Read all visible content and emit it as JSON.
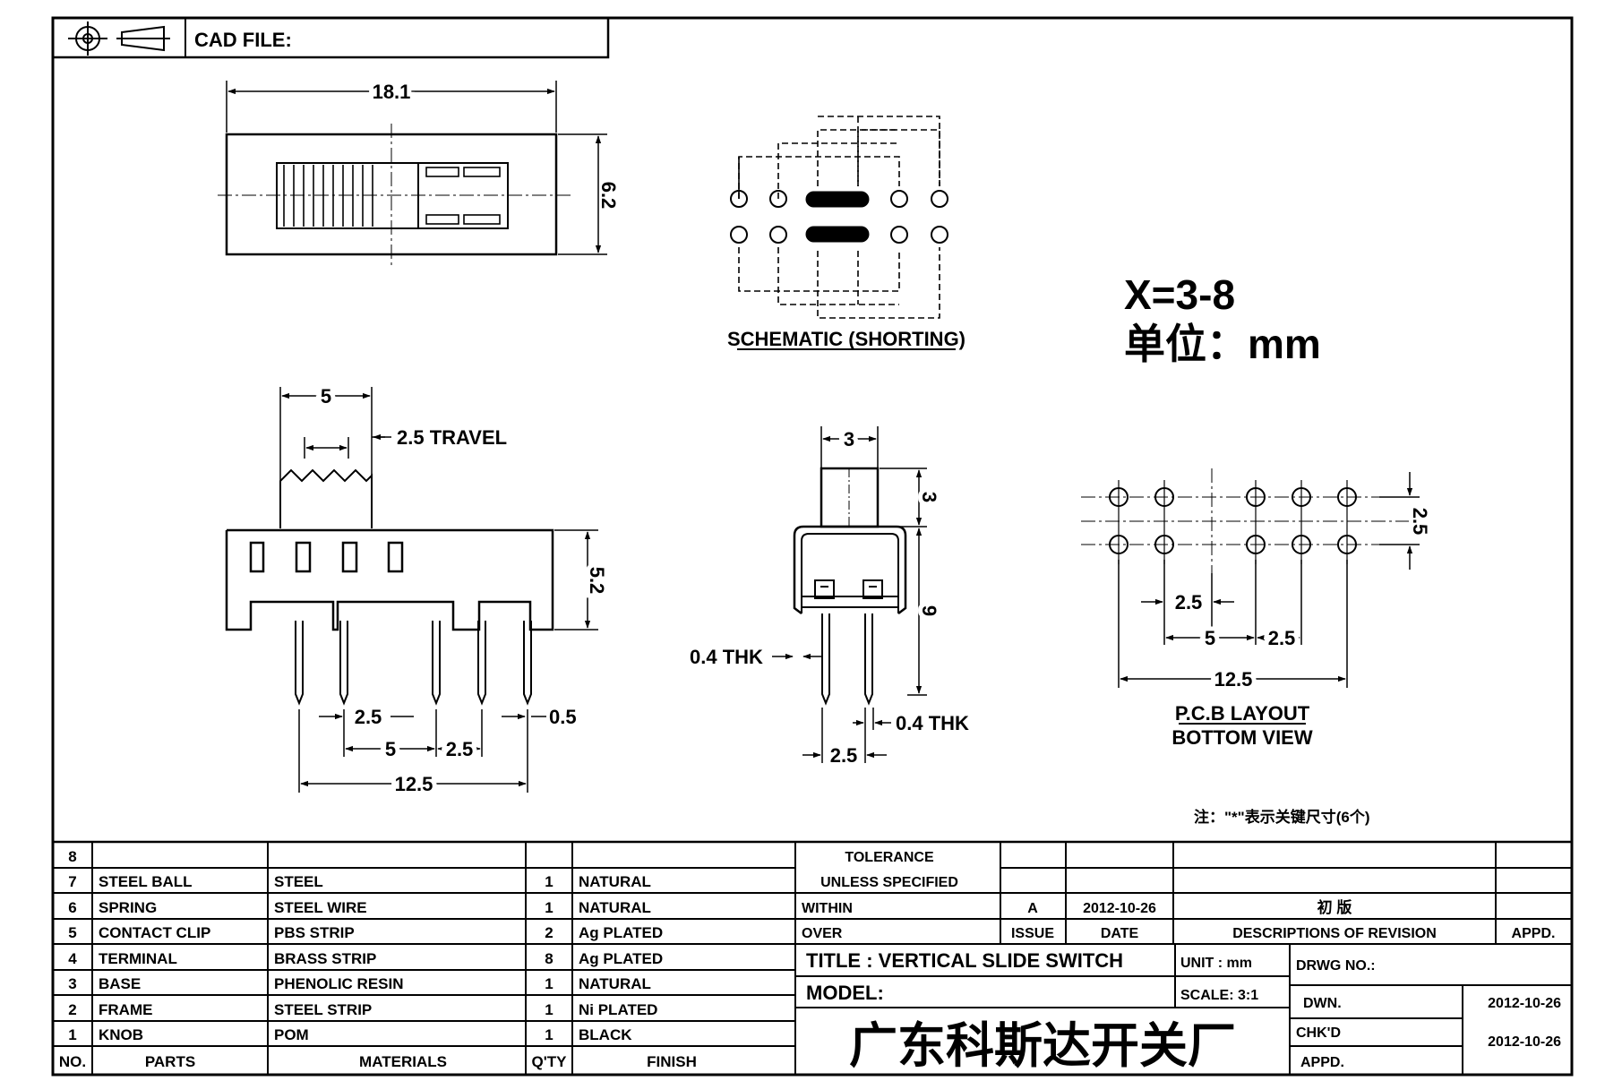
{
  "header": {
    "cad_file": "CAD FILE:"
  },
  "top_view": {
    "width_dim": "18.1",
    "height_dim": "6.2"
  },
  "side_view": {
    "actuator_width": "5",
    "travel": "2.5  TRAVEL",
    "body_height": "5.2",
    "pitch_a": "2.5",
    "pitch_b": "5",
    "pitch_c": "2.5",
    "pin_thk": "0.5",
    "overall": "12.5"
  },
  "schematic": {
    "caption": "SCHEMATIC (SHORTING)"
  },
  "notes": {
    "x_range": "X=3-8",
    "unit": "单位：mm",
    "key_note": "注：\"*\"表示关键尺寸(6个)"
  },
  "end_view": {
    "actuator_width": "3",
    "actuator_height": "3",
    "body_height": "9",
    "frame_thk": "0.4  THK",
    "pin_thk": "0.4  THK",
    "pin_pitch": "2.5"
  },
  "pcb_layout": {
    "row_spacing": "2.5",
    "pitch_a": "2.5",
    "pitch_b": "5",
    "pitch_c": "2.5",
    "overall": "12.5",
    "caption1": "P.C.B LAYOUT",
    "caption2": "BOTTOM VIEW"
  },
  "bom": {
    "header": {
      "no": "NO.",
      "parts": "PARTS",
      "materials": "MATERIALS",
      "qty": "Q'TY",
      "finish": "FINISH"
    },
    "rows": [
      {
        "no": "8",
        "part": "",
        "material": "",
        "qty": "",
        "finish": ""
      },
      {
        "no": "7",
        "part": "STEEL BALL",
        "material": "STEEL",
        "qty": "1",
        "finish": "NATURAL"
      },
      {
        "no": "6",
        "part": "SPRING",
        "material": "STEEL WIRE",
        "qty": "1",
        "finish": "NATURAL"
      },
      {
        "no": "5",
        "part": "CONTACT CLIP",
        "material": "PBS STRIP",
        "qty": "2",
        "finish": "Ag PLATED"
      },
      {
        "no": "4",
        "part": "TERMINAL",
        "material": "BRASS STRIP",
        "qty": "8",
        "finish": "Ag PLATED"
      },
      {
        "no": "3",
        "part": "BASE",
        "material": "PHENOLIC RESIN",
        "qty": "1",
        "finish": "NATURAL"
      },
      {
        "no": "2",
        "part": "FRAME",
        "material": "STEEL STRIP",
        "qty": "1",
        "finish": "Ni PLATED"
      },
      {
        "no": "1",
        "part": "KNOB",
        "material": "POM",
        "qty": "1",
        "finish": "BLACK"
      }
    ]
  },
  "title_block": {
    "tolerance": "TOLERANCE",
    "unless_specified": "UNLESS  SPECIFIED",
    "within": "WITHIN",
    "over": "OVER",
    "issue_value": "A",
    "date_value": "2012-10-26",
    "revision_value": "初  版",
    "issue": "ISSUE",
    "date": "DATE",
    "descriptions": "DESCRIPTIONS  OF  REVISION",
    "appd": "APPD.",
    "title": "TITLE :   VERTICAL  SLIDE  SWITCH",
    "unit": "UNIT :   mm",
    "drwg_no": "DRWG  NO.:",
    "model": "MODEL:",
    "scale": "SCALE:   3:1",
    "dwn": "DWN.",
    "dwn_date": "2012-10-26",
    "chkd": "CHK'D",
    "chkd_date": "2012-10-26",
    "appd2": "APPD.",
    "company": "广东科斯达开关厂"
  }
}
